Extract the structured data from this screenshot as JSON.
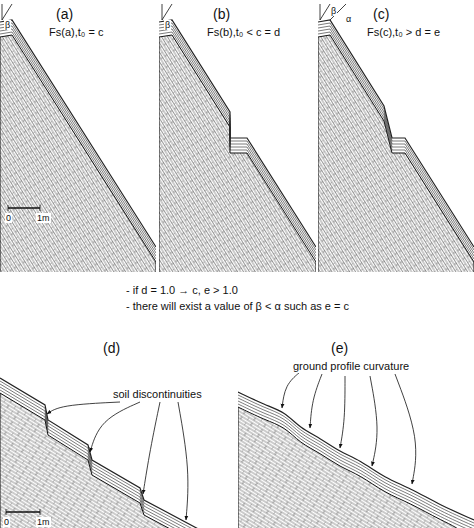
{
  "diagram": {
    "labels": [
      "(a)",
      "Fs(a),t₀ = c",
      "β",
      "0",
      "1m",
      "(b)",
      "Fs(b),t₀ < c = d",
      "β",
      "(c)",
      "Fs(c),t₀ > d = e",
      "β",
      "α",
      "- if d = 1.0 → c, e > 1.0",
      "- there will exist a value of  β < α such as e = c",
      "(d)",
      "(e)",
      "soil discontinuities",
      "0",
      "1m",
      "ground profile curvature"
    ]
  }
}
